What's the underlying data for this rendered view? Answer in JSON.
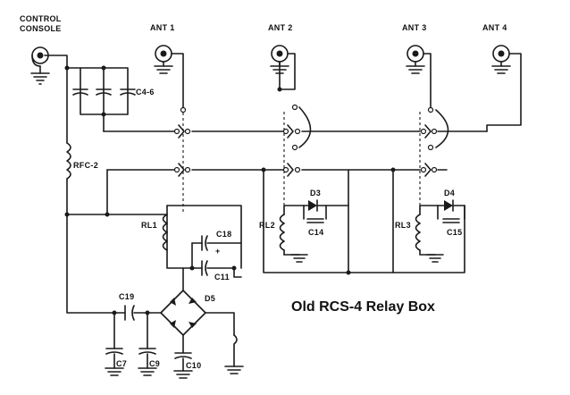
{
  "diagram": {
    "title": "Old RCS-4 Relay Box",
    "labels": {
      "control_console_line1": "CONTROL",
      "control_console_line2": "CONSOLE",
      "ant1": "ANT 1",
      "ant2": "ANT 2",
      "ant3": "ANT 3",
      "ant4": "ANT 4",
      "c4_6": "C4-6",
      "rfc2": "RFC-2",
      "rl1": "RL1",
      "rl2": "RL2",
      "rl3": "RL3",
      "c18": "C18",
      "c18_plus": "+",
      "c11": "C11",
      "d3": "D3",
      "c14": "C14",
      "d4": "D4",
      "c15": "C15",
      "c19": "C19",
      "d5": "D5",
      "c7": "C7",
      "c9": "C9",
      "c10": "C10"
    }
  }
}
